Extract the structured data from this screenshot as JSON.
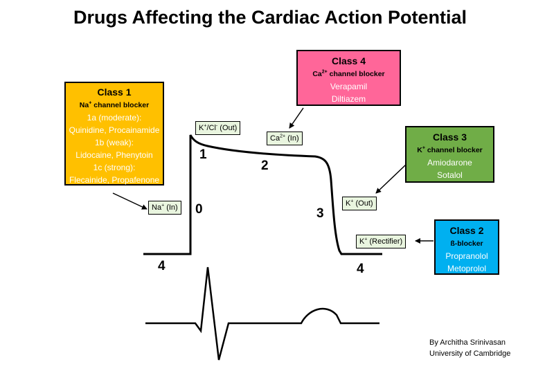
{
  "title": "Drugs Affecting the Cardiac Action Potential",
  "class1": {
    "title": "Class 1",
    "subtitle": {
      "pre": "Na",
      "sup": "+",
      "post": " channel blocker"
    },
    "lines": [
      "1a (moderate):",
      "Quinidine, Procainamide",
      "1b (weak):",
      "Lidocaine, Phenytoin",
      "1c (strong):",
      "Flecainide, Propafenone"
    ],
    "color": "#ffc000"
  },
  "class4": {
    "title": "Class 4",
    "subtitle": {
      "pre": "Ca",
      "sup": "2+",
      "post": " channel blocker"
    },
    "lines": [
      "Verapamil",
      "Diltiazem"
    ],
    "color": "#ff6699"
  },
  "class3": {
    "title": "Class 3",
    "subtitle": {
      "pre": "K",
      "sup": "+",
      "post": " channel blocker"
    },
    "lines": [
      "Amiodarone",
      "Sotalol"
    ],
    "color": "#70ad47"
  },
  "class2": {
    "title": "Class 2",
    "subtitle": {
      "pre": "ß-blocker",
      "sup": "",
      "post": ""
    },
    "lines": [
      "Propranolol",
      "Metoprolol"
    ],
    "color": "#00b0f0"
  },
  "currents": {
    "na_in": {
      "pre": "Na",
      "sup": "+",
      "post": " (In)"
    },
    "k_cl_out": {
      "pre": "K",
      "sup": "+",
      "mid": "/Cl",
      "sup2": "-",
      "post": " (Out)"
    },
    "ca_in": {
      "pre": "Ca",
      "sup": "2+",
      "post": " (In)"
    },
    "k_out": {
      "pre": "K",
      "sup": "+",
      "post": " (Out)"
    },
    "k_rectifier": {
      "pre": "K",
      "sup": "+",
      "post": " (Rectifier)"
    }
  },
  "phases": {
    "p0": "0",
    "p1": "1",
    "p2": "2",
    "p3": "3",
    "p4_left": "4",
    "p4_right": "4"
  },
  "credit": {
    "line1": "By Architha Srinivasan",
    "line2": "University of Cambridge"
  },
  "colors": {
    "tag_fill": "#e9f5df",
    "stroke": "#000000"
  }
}
